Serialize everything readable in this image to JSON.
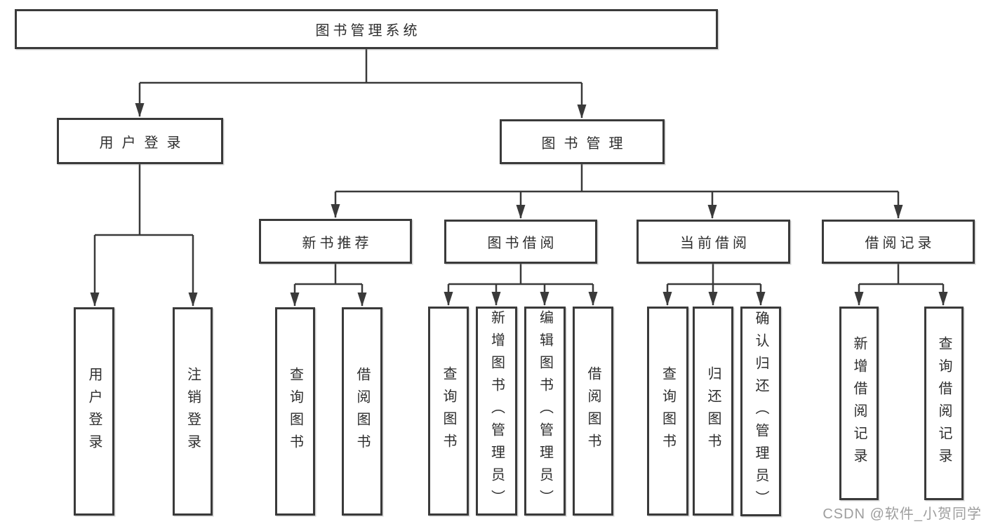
{
  "tree": {
    "root": {
      "label": "图书管理系统",
      "children": [
        {
          "label": "用户登录",
          "children": [
            {
              "label": "用户登录"
            },
            {
              "label": "注销登录"
            }
          ]
        },
        {
          "label": "图书管理",
          "children": [
            {
              "label": "新书推荐",
              "children": [
                {
                  "label": "查询图书"
                },
                {
                  "label": "借阅图书"
                }
              ]
            },
            {
              "label": "图书借阅",
              "children": [
                {
                  "label": "查询图书"
                },
                {
                  "label": "新增图书（管理员）"
                },
                {
                  "label": "编辑图书（管理员）"
                },
                {
                  "label": "借阅图书"
                }
              ]
            },
            {
              "label": "当前借阅",
              "children": [
                {
                  "label": "查询图书"
                },
                {
                  "label": "归还图书"
                },
                {
                  "label": "确认归还（管理员）"
                }
              ]
            },
            {
              "label": "借阅记录",
              "children": [
                {
                  "label": "新增借阅记录"
                },
                {
                  "label": "查询借阅记录"
                }
              ]
            }
          ]
        }
      ]
    }
  },
  "watermark": {
    "text": "CSDN @软件_小贺同学"
  },
  "colors": {
    "line": "#3a3a3a",
    "text": "#2e2e2e",
    "watermark": "#9e9e9e",
    "background": "#ffffff"
  }
}
